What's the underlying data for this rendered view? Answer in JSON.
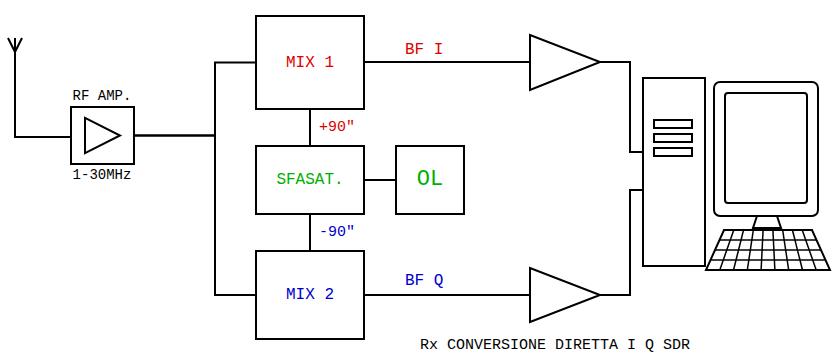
{
  "diagram": {
    "caption": "Rx CONVERSIONE DIRETTA I Q SDR",
    "nodes": [
      {
        "text": [
          "RF AMP.",
          "1-30MHz"
        ]
      },
      {
        "text": [
          "MIX 1"
        ]
      },
      {
        "text": [
          "SFASAT."
        ]
      },
      {
        "text": [
          "OL"
        ]
      },
      {
        "text": [
          "MIX 2"
        ]
      }
    ],
    "edges": [
      {
        "from": 0,
        "to": 1,
        "arrow": "none"
      },
      {
        "from": 0,
        "to": 4,
        "arrow": "none"
      },
      {
        "from": 2,
        "to": 1,
        "label": "+90\"",
        "arrow": "none"
      },
      {
        "from": 2,
        "to": 4,
        "label": "-90\"",
        "arrow": "none"
      },
      {
        "from": 3,
        "to": 2,
        "arrow": "none"
      }
    ],
    "labels": [
      "BF I",
      "BF Q"
    ]
  }
}
